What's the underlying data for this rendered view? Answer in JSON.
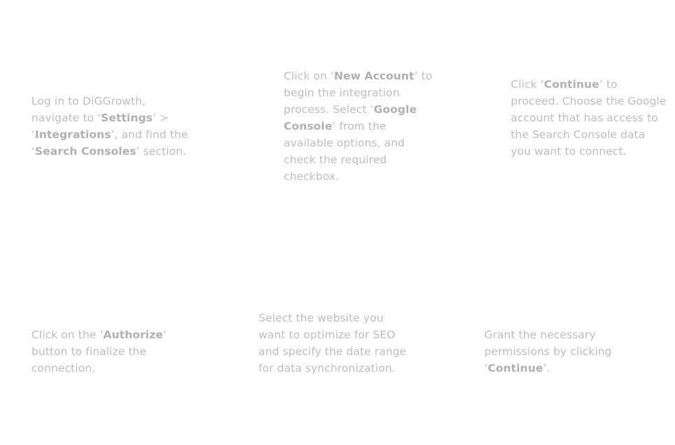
{
  "steps": [
    {
      "parts": [
        {
          "text": "Log in to DiGGrowth, navigate to ‘",
          "bold": false
        },
        {
          "text": "Settings",
          "bold": true
        },
        {
          "text": "’ > ‘",
          "bold": false
        },
        {
          "text": "Integrations",
          "bold": true
        },
        {
          "text": "’, and find the ‘",
          "bold": false
        },
        {
          "text": "Search Consoles",
          "bold": true
        },
        {
          "text": "’ section.",
          "bold": false
        }
      ]
    },
    {
      "parts": [
        {
          "text": "Click on ‘",
          "bold": false
        },
        {
          "text": "New Account",
          "bold": true
        },
        {
          "text": "’ to begin the integration process. Select ‘",
          "bold": false
        },
        {
          "text": "Google Console",
          "bold": true
        },
        {
          "text": "’ from the available options, and check the required checkbox.",
          "bold": false
        }
      ]
    },
    {
      "parts": [
        {
          "text": "Click ‘",
          "bold": false
        },
        {
          "text": "Continue",
          "bold": true
        },
        {
          "text": "’ to proceed. Choose the Google account that has access to the Search Console data you want to connect.",
          "bold": false
        }
      ]
    },
    {
      "parts": [
        {
          "text": "Click on the ‘",
          "bold": false
        },
        {
          "text": "Authorize",
          "bold": true
        },
        {
          "text": "’ button to finalize the connection.",
          "bold": false
        }
      ]
    },
    {
      "parts": [
        {
          "text": "Select the website you want to optimize for SEO and specify the date range for data synchronization.",
          "bold": false
        }
      ]
    },
    {
      "parts": [
        {
          "text": "Grant the necessary permissions by clicking ‘",
          "bold": false
        },
        {
          "text": "Continue",
          "bold": true
        },
        {
          "text": "’.",
          "bold": false
        }
      ]
    }
  ]
}
